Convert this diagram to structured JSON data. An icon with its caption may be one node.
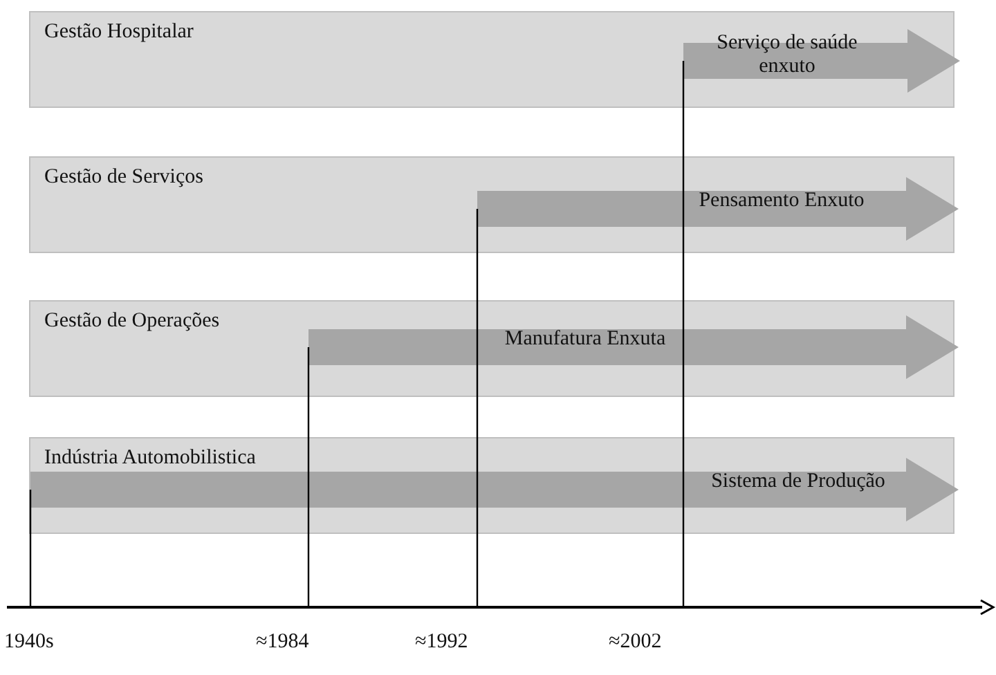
{
  "diagram": {
    "nodes": [
      {
        "text": [
          "Gestão Hospitalar"
        ]
      },
      {
        "text": [
          "Serviço de saúde enxuto"
        ],
        "in": 0
      },
      {
        "text": [
          "Gestão de Serviços"
        ]
      },
      {
        "text": [
          "Pensamento Enxuto"
        ],
        "in": 2
      },
      {
        "text": [
          "Gestão de Operações"
        ]
      },
      {
        "text": [
          "Manufatura Enxuta"
        ],
        "in": 4
      },
      {
        "text": [
          "Indústria Automobilistica"
        ]
      },
      {
        "text": [
          "Sistema de Produção"
        ],
        "in": 6
      }
    ],
    "edges": [
      {
        "from": null,
        "to": 7,
        "arrow": "none"
      },
      {
        "from": null,
        "to": 5,
        "arrow": "none"
      },
      {
        "from": null,
        "to": 3,
        "arrow": "none"
      },
      {
        "from": null,
        "to": 1,
        "arrow": "none"
      }
    ],
    "labels": [
      "1940s",
      "≈1984",
      "≈1992",
      "≈2002"
    ]
  }
}
